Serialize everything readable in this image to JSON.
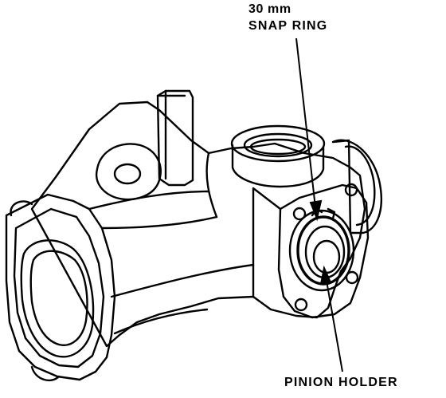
{
  "callouts": {
    "snap_ring_size": "30 mm",
    "snap_ring_label": "SNAP RING",
    "pinion_holder_label": "PINION HOLDER"
  },
  "colors": {
    "line": "#000000",
    "background": "#ffffff"
  }
}
